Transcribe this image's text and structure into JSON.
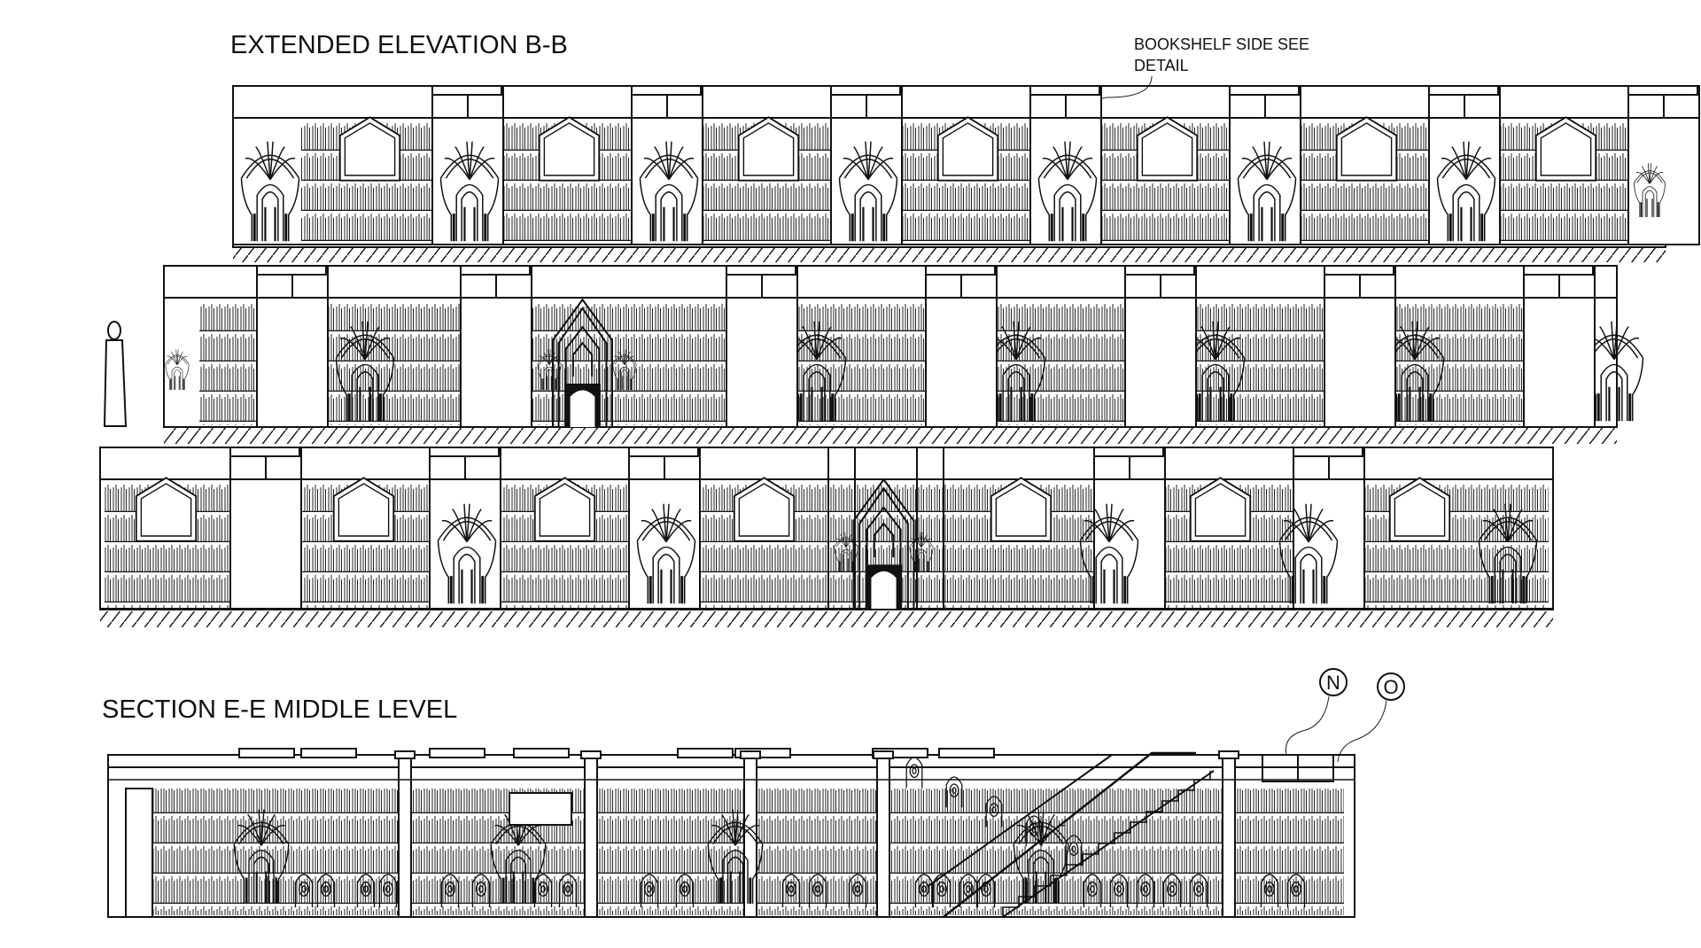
{
  "titles": {
    "elevation": "EXTENDED ELEVATION B-B",
    "section": "SECTION E-E MIDDLE LEVEL"
  },
  "annotation": {
    "line1": "BOOKSHELF SIDE SEE",
    "line2": "DETAIL"
  },
  "tags": {
    "n": "N",
    "o": "O"
  },
  "colors": {
    "ink": "#111111",
    "paper": "#ffffff"
  },
  "icons": [
    "fan-arch-ornament",
    "window-pentagon",
    "doorway-arch",
    "human-figure",
    "stair",
    "bookshelf"
  ]
}
